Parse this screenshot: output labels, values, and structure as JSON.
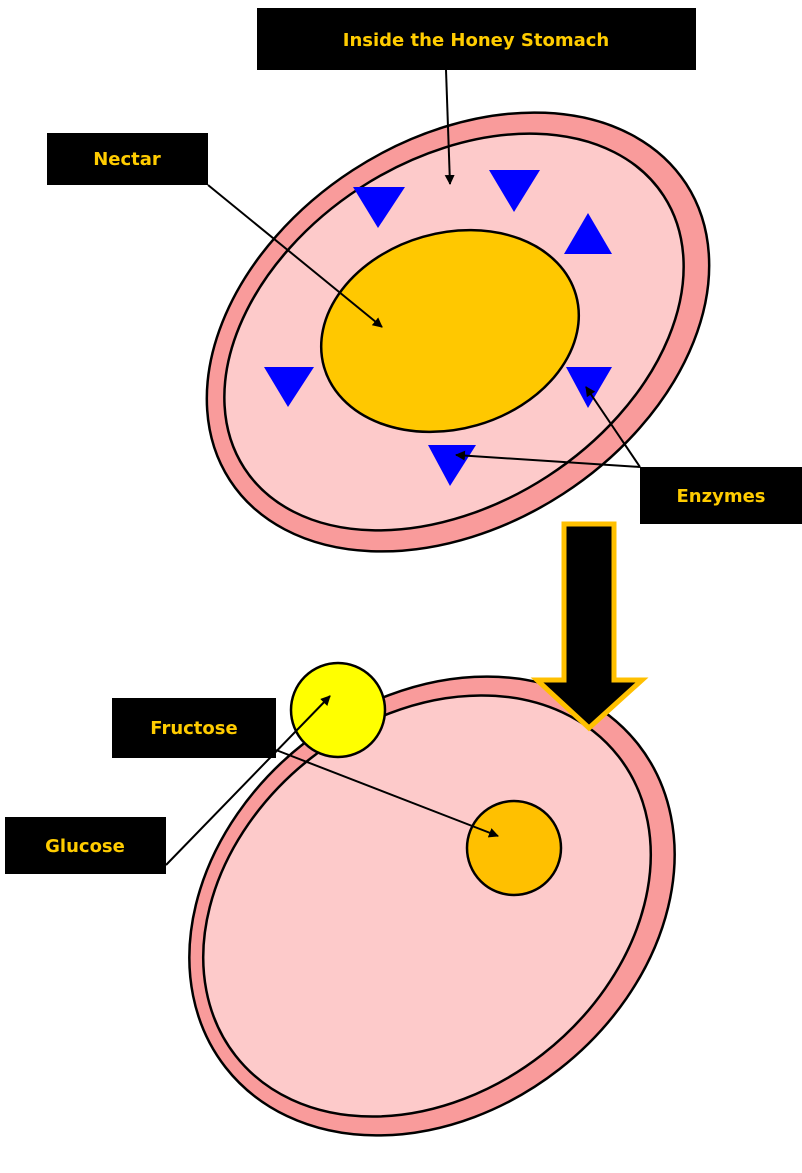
{
  "labels": {
    "honey_stomach": "Inside the Honey Stomach",
    "nectar": "Nectar",
    "enzymes": "Enzymes",
    "fructose": "Fructose",
    "glucose": "Glucose"
  },
  "colors": {
    "cell_wall": "#f99b9b",
    "cell_interior": "#fdcaca",
    "nectar": "#ffc800",
    "enzyme": "#0000ff",
    "fructose": "#ffc000",
    "glucose": "#ffff00",
    "label_background": "#000000",
    "label_text": "#ffcc00",
    "arrow_fill": "#000000",
    "arrow_border": "#ffc000"
  }
}
